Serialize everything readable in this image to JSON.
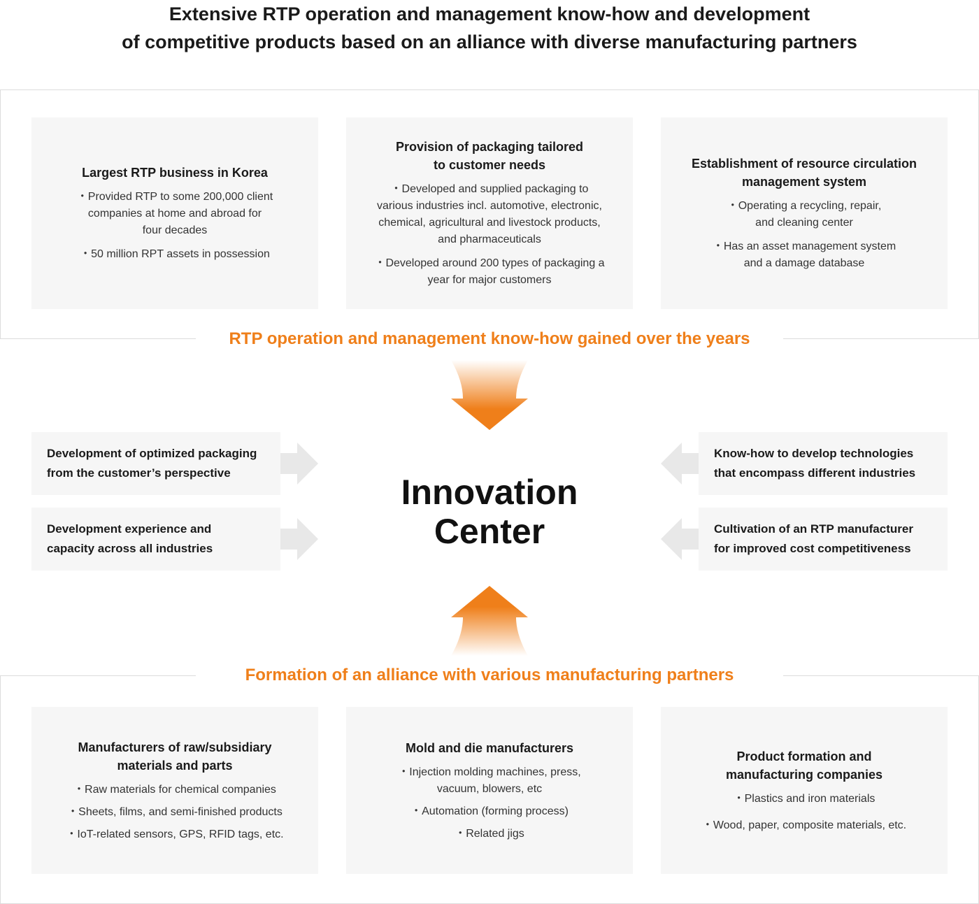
{
  "title": {
    "line1": "Extensive RTP operation and management know-how and development",
    "line2": "of competitive products based on an alliance with diverse manufacturing partners"
  },
  "top_section": {
    "label": "RTP operation and management know-how gained over the years",
    "cards": [
      {
        "heading": "Largest RTP business in Korea",
        "bullets": [
          "・Provided RTP to some 200,000 client\ncompanies at home and abroad for\nfour decades",
          "・50 million RPT assets in possession"
        ]
      },
      {
        "heading": "Provision of packaging tailored\nto customer needs",
        "bullets": [
          "・Developed and supplied packaging to\nvarious industries incl. automotive, electronic,\nchemical, agricultural and livestock products,\nand pharmaceuticals",
          "・Developed around 200 types of packaging a\nyear for major customers"
        ]
      },
      {
        "heading": "Establishment of resource circulation\nmanagement system",
        "bullets": [
          "・Operating a recycling, repair,\nand cleaning center",
          "・Has an asset management system\nand a damage database"
        ]
      }
    ]
  },
  "center": {
    "line1": "Innovation",
    "line2": "Center"
  },
  "left_items": [
    "Development of optimized packaging\nfrom the customer’s perspective",
    "Development experience and\ncapacity across all industries"
  ],
  "right_items": [
    "Know-how to develop technologies\nthat encompass different industries",
    "Cultivation of an RTP manufacturer\nfor improved cost competitiveness"
  ],
  "bottom_section": {
    "label": "Formation of an alliance with various manufacturing partners",
    "cards": [
      {
        "heading": "Manufacturers of raw/subsidiary\nmaterials and parts",
        "bullets": [
          "・Raw materials for chemical companies",
          "・Sheets, films, and semi-finished products",
          "・IoT-related sensors, GPS, RFID tags, etc."
        ]
      },
      {
        "heading": "Mold and die manufacturers",
        "bullets": [
          "・Injection molding machines, press,\nvacuum, blowers, etc",
          "・Automation (forming process)",
          "・Related jigs"
        ]
      },
      {
        "heading": "Product formation and\nmanufacturing companies",
        "bullets": [
          "・Plastics and iron materials",
          "・Wood, paper, composite materials, etc."
        ]
      }
    ]
  },
  "colors": {
    "accent": "#ef7f1a",
    "card_bg": "#f6f6f6",
    "arrow_gray": "#e8e8e8"
  }
}
